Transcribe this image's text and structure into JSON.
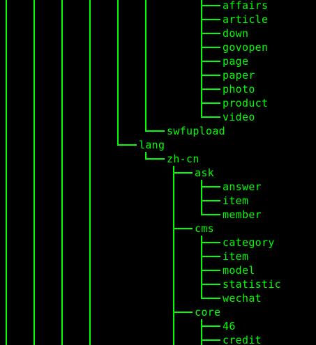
{
  "theme": {
    "foreground": "#00ff00",
    "background": "#000000"
  },
  "tree": {
    "upload_children": [
      "affairs",
      "article",
      "down",
      "govopen",
      "page",
      "paper",
      "photo",
      "product",
      "video"
    ],
    "swfupload": "swfupload",
    "lang": "lang",
    "zh_cn": "zh-cn",
    "ask": {
      "label": "ask",
      "children": [
        "answer",
        "item",
        "member"
      ]
    },
    "cms": {
      "label": "cms",
      "children": [
        "category",
        "item",
        "model",
        "statistic",
        "wechat"
      ]
    },
    "core": {
      "label": "core",
      "children": [
        "46",
        "credit"
      ]
    }
  }
}
